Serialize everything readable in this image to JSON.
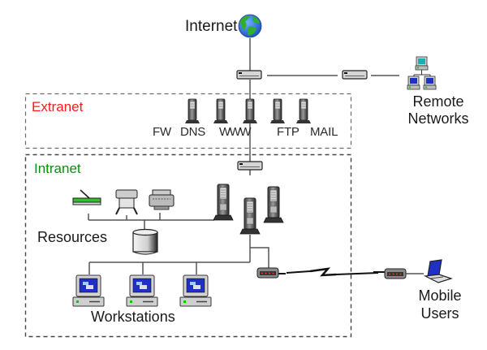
{
  "diagram": {
    "type": "network-topology",
    "zones": {
      "extranet": {
        "label": "Extranet",
        "color": "#ff1a1a"
      },
      "intranet": {
        "label": "Intranet",
        "color": "#138a13"
      }
    },
    "nodes": {
      "internet": {
        "label": "Internet"
      },
      "remote_networks": {
        "label_line1": "Remote",
        "label_line2": "Networks"
      },
      "resources": {
        "label": "Resources"
      },
      "workstations": {
        "label": "Workstations"
      },
      "mobile_users": {
        "label_line1": "Mobile",
        "label_line2": "Users"
      }
    },
    "extranet_servers": [
      {
        "label": "FW"
      },
      {
        "label": "DNS"
      },
      {
        "label": "WWW"
      },
      {
        "label": "FTP"
      },
      {
        "label": "MAIL"
      }
    ],
    "resources_devices": [
      "scanner",
      "plotter",
      "printer",
      "database"
    ],
    "workstation_count": 3,
    "intranet_server_count": 3,
    "colors": {
      "line": "#555555",
      "dash": "#6a6a6a",
      "globe_land": "#2fae2f",
      "globe_sea": "#2a6fe0",
      "screen": "#1f2fc8",
      "screen_remote": "#18b0b0",
      "led": "#e02020"
    }
  }
}
